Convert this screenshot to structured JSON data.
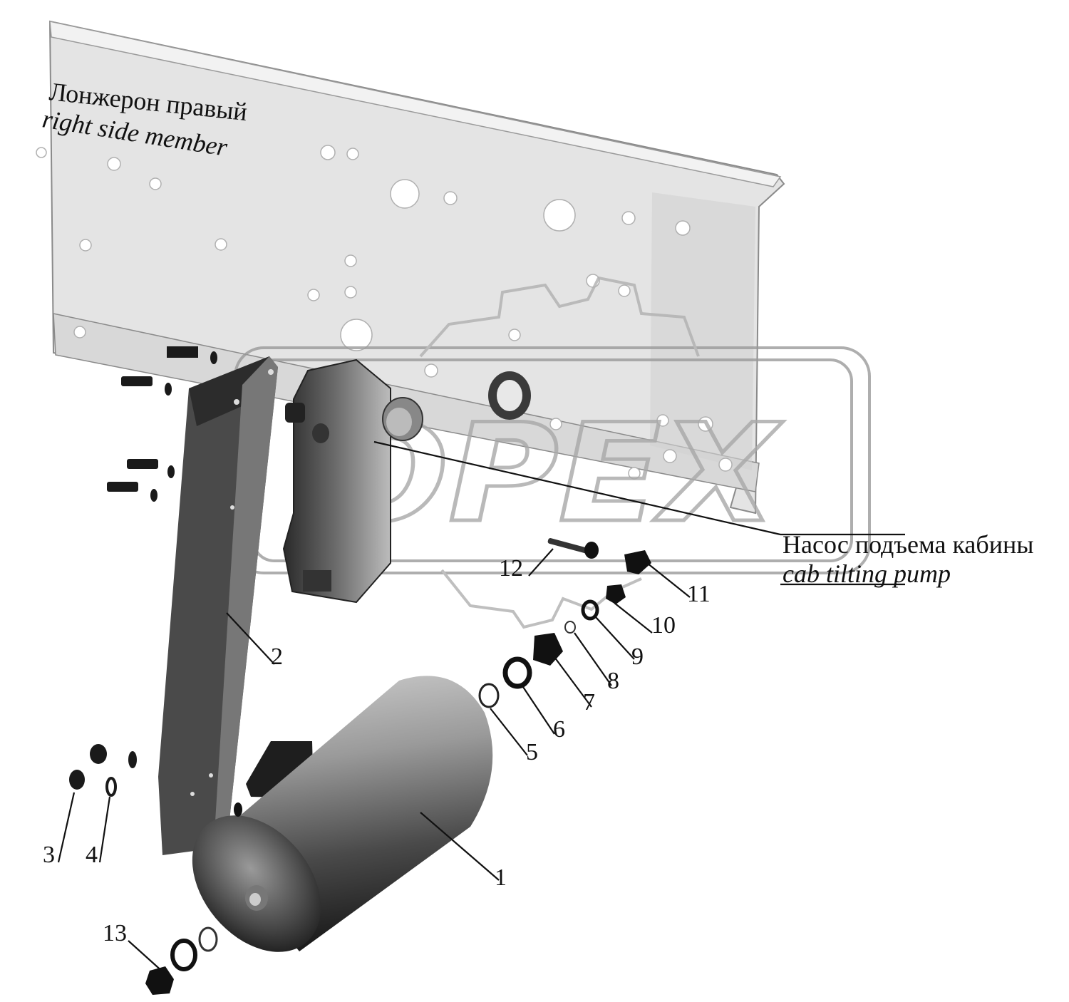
{
  "labels": {
    "frame_ru": "Лонжерон правый",
    "frame_en": "right side member",
    "pump_ru": "Насос подъема кабины",
    "pump_en": "cab tilting pump"
  },
  "watermark": "OPEX",
  "callouts": [
    {
      "key": "c1",
      "text": "1"
    },
    {
      "key": "c2",
      "text": "2"
    },
    {
      "key": "c3",
      "text": "3"
    },
    {
      "key": "c4",
      "text": "4"
    },
    {
      "key": "c5",
      "text": "5"
    },
    {
      "key": "c6",
      "text": "6"
    },
    {
      "key": "c7",
      "text": "7"
    },
    {
      "key": "c8",
      "text": "8"
    },
    {
      "key": "c9",
      "text": "9"
    },
    {
      "key": "c10",
      "text": "10"
    },
    {
      "key": "c11",
      "text": "11"
    },
    {
      "key": "c12",
      "text": "12"
    },
    {
      "key": "c13",
      "text": "13"
    }
  ]
}
